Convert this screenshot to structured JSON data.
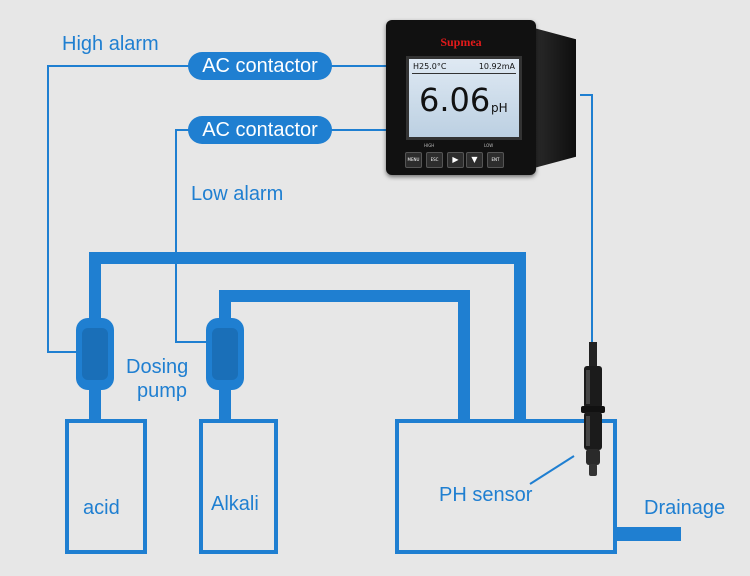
{
  "labels": {
    "high_alarm": "High alarm",
    "low_alarm": "Low alarm",
    "ac_contactor_top": "AC contactor",
    "ac_contactor_bottom": "AC contactor",
    "dosing_pump_line1": "Dosing",
    "dosing_pump_line2": "pump",
    "acid": "acid",
    "alkali": "Alkali",
    "ph_sensor": "PH sensor",
    "drainage": "Drainage"
  },
  "controller": {
    "brand": "Supmea",
    "temperature": "H25.0°C",
    "current": "10.92mA",
    "value": "6.06",
    "unit": "pH",
    "tag_left": "HIGH",
    "tag_right": "LOW",
    "buttons": [
      "MENU",
      "ESC",
      "▶",
      "▼",
      "ENT"
    ]
  },
  "colors": {
    "line": "#1f7fd1",
    "background": "#e7e7e7"
  }
}
